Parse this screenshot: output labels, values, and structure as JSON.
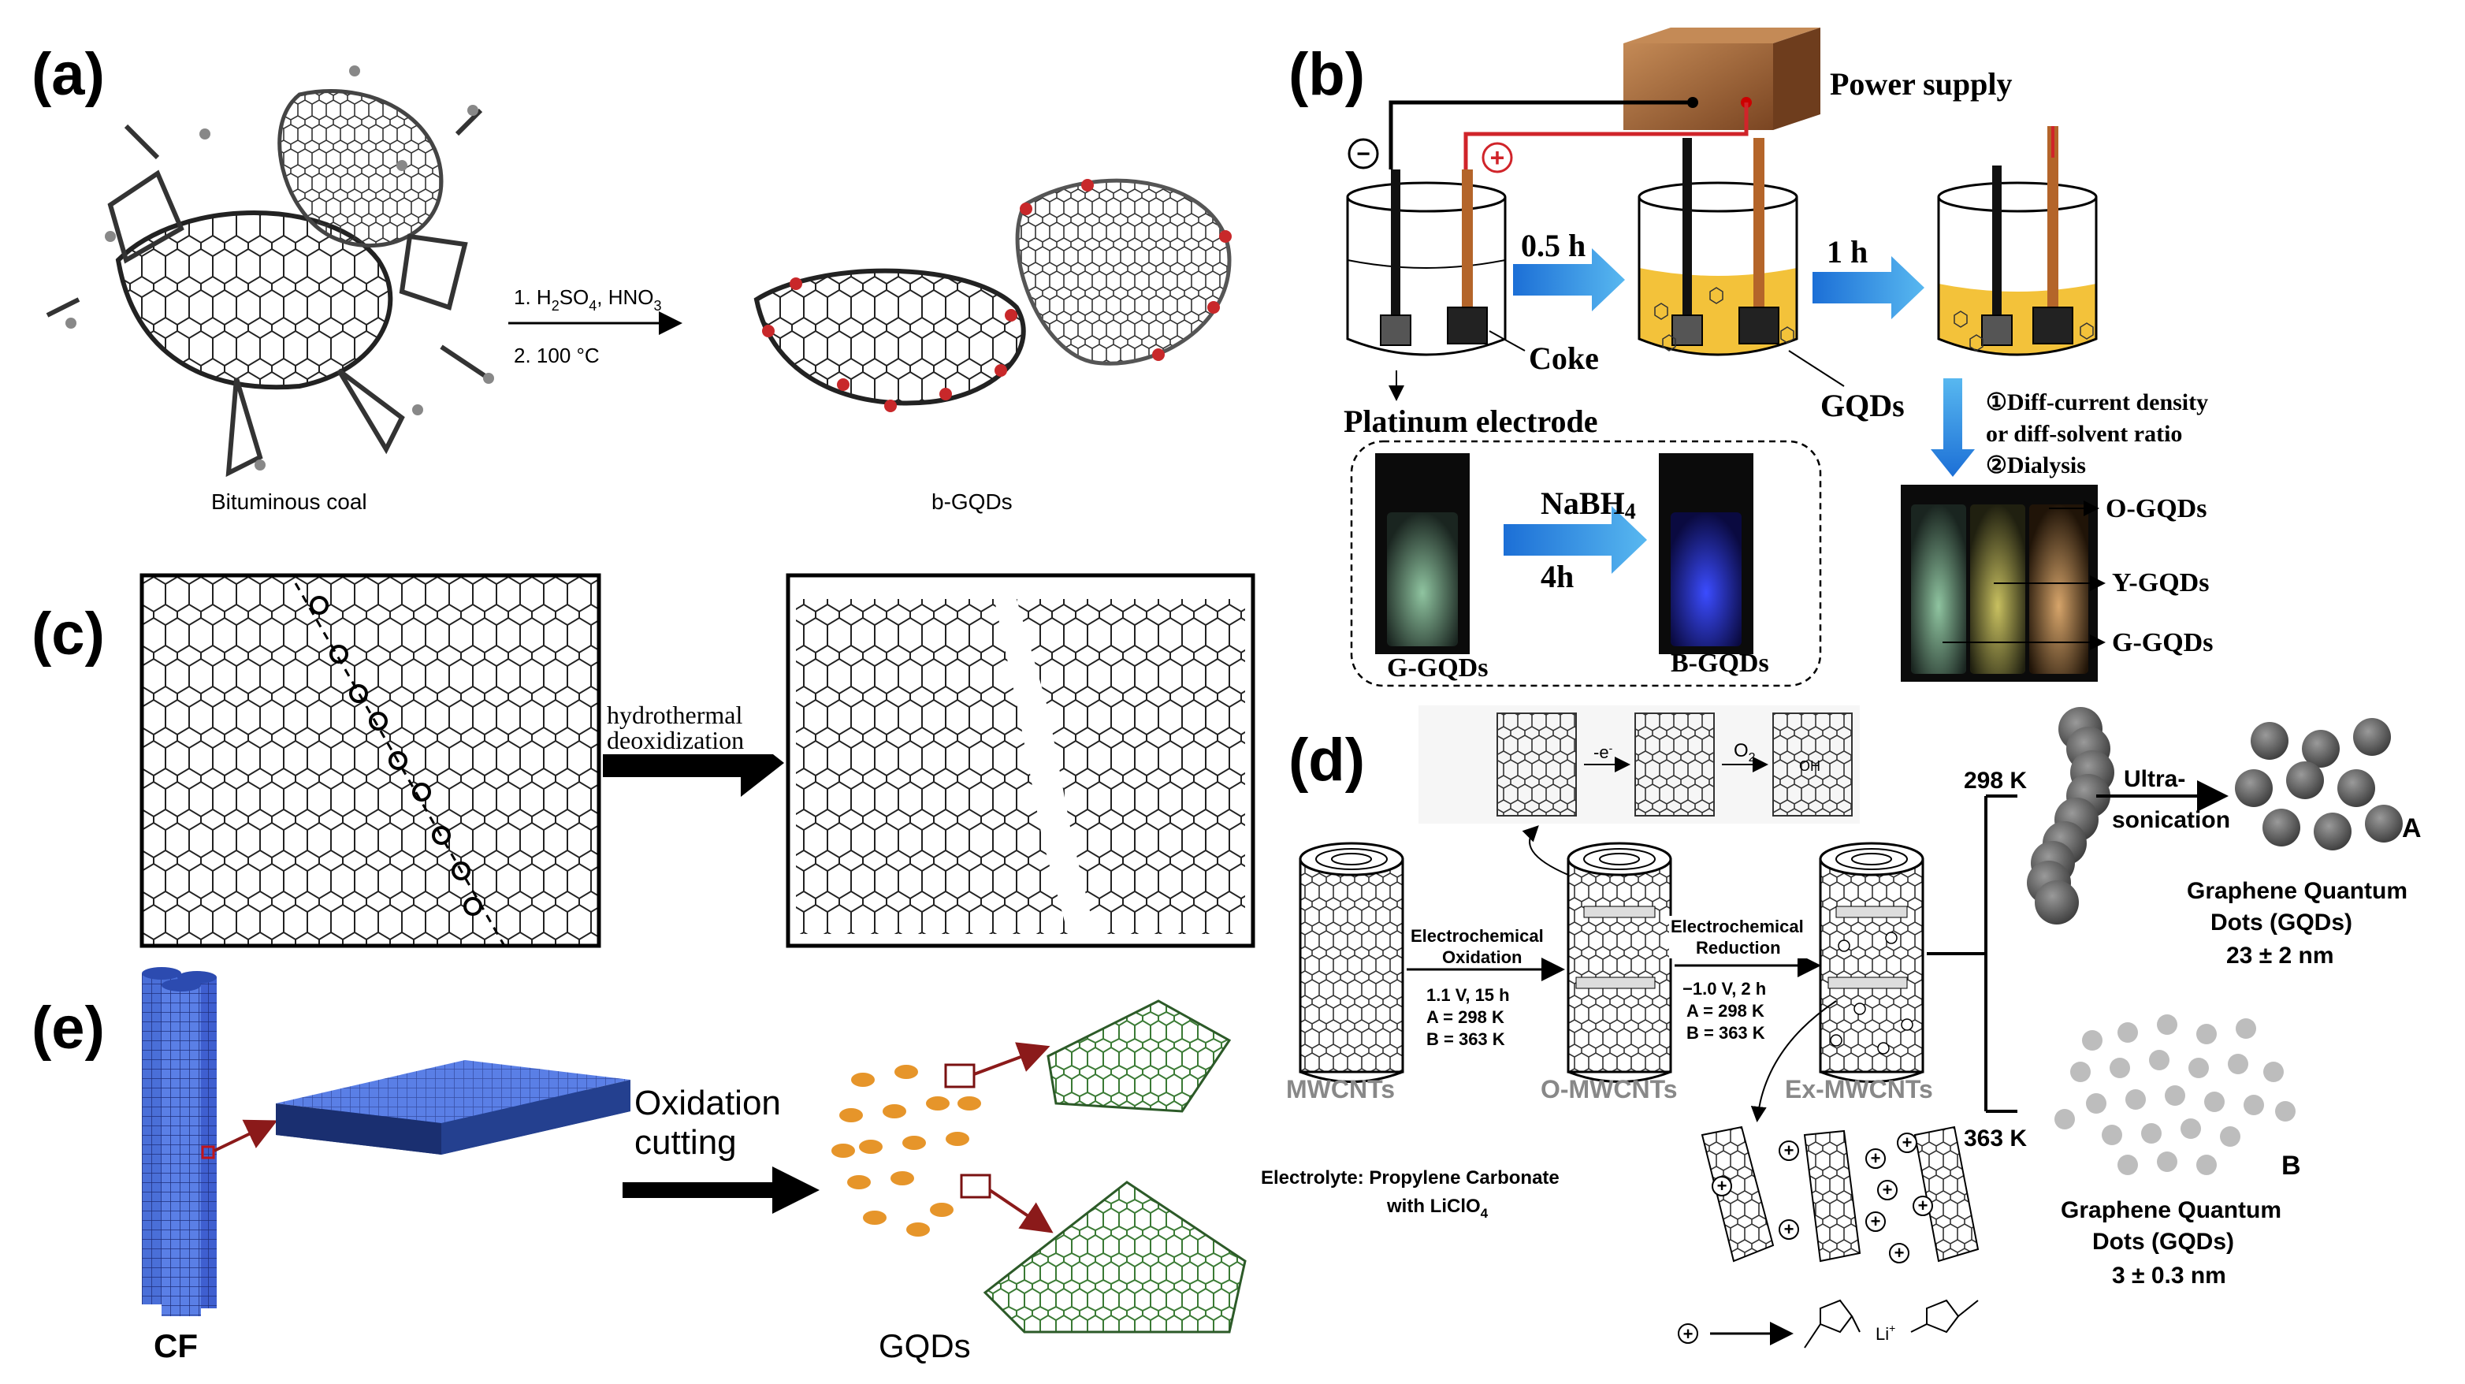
{
  "panels": {
    "a": {
      "tag": "(a)",
      "step1_prefix": "1. H",
      "step1_sub1": "2",
      "step1_mid": "SO",
      "step1_sub2": "4",
      "step1_suffix": ", HNO",
      "step1_sub3": "3",
      "step2": "2. 100 °C",
      "left_label": "Bituminous coal",
      "right_label": "b-GQDs"
    },
    "b": {
      "tag": "(b)",
      "power_supply": "Power supply",
      "minus": "−",
      "plus": "+",
      "time1": "0.5 h",
      "time2": "1 h",
      "coke": "Coke",
      "gqds": "GQDs",
      "platinum_electrode": "Platinum electrode",
      "step_line1": "①Diff-current density",
      "step_line2": "or diff-solvent ratio",
      "step_line3": "②Dialysis",
      "nabh4": "NaBH",
      "nabh4_sub": "4",
      "reduction_time": "4h",
      "g_gqds": "G-GQDs",
      "b_gqds": "B-GQDs",
      "o_gqds_out": "O-GQDs",
      "y_gqds_out": "Y-GQDs",
      "g_gqds_out": "G-GQDs"
    },
    "c": {
      "tag": "(c)",
      "arrow_line1": "hydrothermal",
      "arrow_line2": "deoxidization"
    },
    "d": {
      "tag": "(d)",
      "minus_e": "-e",
      "minus_e_sup": "-",
      "o2": "O",
      "o2_sub": "2",
      "mwcnts": "MWCNTs",
      "o_mwcnts": "O-MWCNTs",
      "ex_mwcnts": "Ex-MWCNTs",
      "ox_line1": "Electrochemical",
      "ox_line2": "Oxidation",
      "ox_cond1": "1.1 V, 15 h",
      "ox_cond2": "A = 298 K",
      "ox_cond3": "B = 363 K",
      "red_line1": "Electrochemical",
      "red_line2": "Reduction",
      "red_cond1": "−1.0 V, 2 h",
      "red_cond2": "A = 298 K",
      "red_cond3": "B = 363 K",
      "temp_a": "298 K",
      "temp_b": "363 K",
      "ultra1": "Ultra-",
      "ultra2": "sonication",
      "label_a": "A",
      "label_b": "B",
      "gqd_a_line1": "Graphene Quantum",
      "gqd_a_line2": "Dots (GQDs)",
      "gqd_a_size": "23 ± 2 nm",
      "gqd_b_line1": "Graphene Quantum",
      "gqd_b_line2": "Dots (GQDs)",
      "gqd_b_size": "3 ± 0.3 nm",
      "electrolyte1": "Electrolyte: Propylene Carbonate",
      "electrolyte2": "with LiClO",
      "electrolyte2_sub": "4",
      "li_label": "Li",
      "li_sup": "+",
      "oh": "OH"
    },
    "e": {
      "tag": "(e)",
      "oxidation_line1": "Oxidation",
      "oxidation_line2": "cutting",
      "cf": "CF",
      "gqds": "GQDs"
    }
  },
  "colors": {
    "black": "#000000",
    "red_wire": "#d0242a",
    "copper": "#b4652a",
    "box_brown": "#9a5f33",
    "liquid_yellow": "#f3c23a",
    "arrow_blue": "#2f86d9",
    "cf_blue": "#3f5fd0",
    "gqd_orange": "#e6952a",
    "sheet_green": "#3a7a34",
    "dot_gray": "#bdbdbd"
  }
}
